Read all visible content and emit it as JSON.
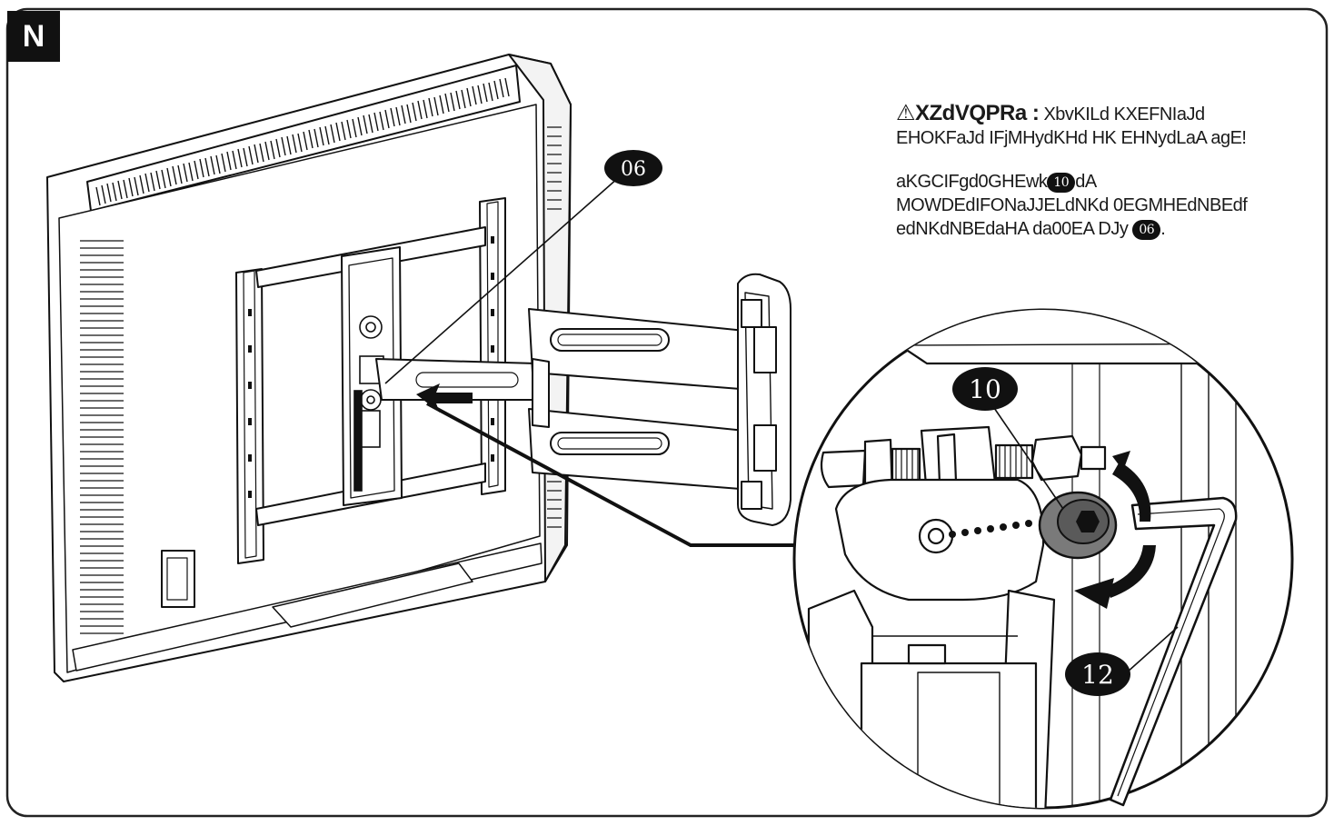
{
  "step": {
    "letter": "N"
  },
  "warning": {
    "label": "XZdVQPRa :",
    "text": "XbvKILd KXEFNIaJd EHOKFaJd IFjMHydKHd HK EHNydLaA agE!"
  },
  "instruction": {
    "part1": "aKGCIFgd0GHEwk",
    "part2": "dA MOWDEdIFONaJJELdNKd 0EGMHEdNBEdf edNKdNBEdaHA da00EA DJy",
    "part3": "."
  },
  "callouts": {
    "c06": "06",
    "c10": "10",
    "c12": "12"
  },
  "colors": {
    "ink": "#111111",
    "paper": "#ffffff",
    "frame": "#333333"
  }
}
